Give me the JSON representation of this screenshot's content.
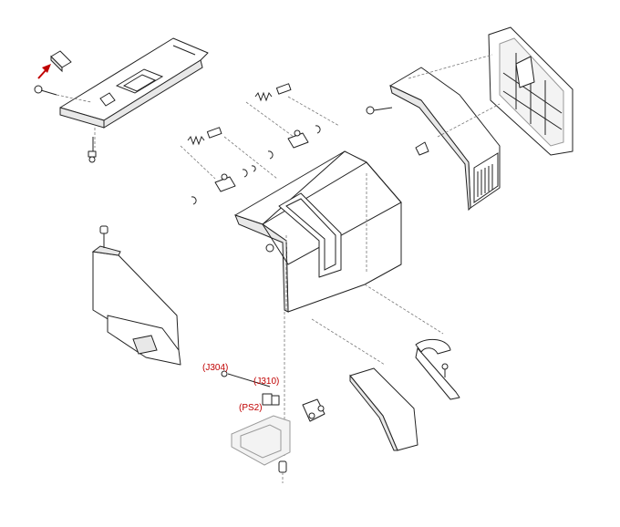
{
  "colors": {
    "accent": "#c00000",
    "line": "#222222",
    "leader": "#777777"
  },
  "callouts": {
    "j304": "(J304)",
    "j310": "(J310)",
    "ps2": "(PS2)"
  },
  "icons": {
    "indicator": "red-arrow-icon"
  }
}
